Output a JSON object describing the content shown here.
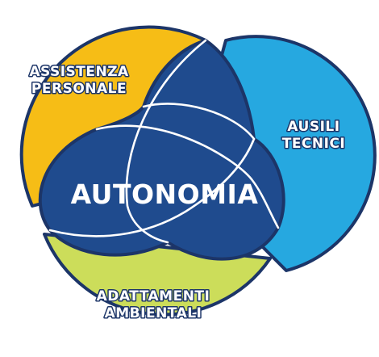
{
  "diagram": {
    "center": {
      "label": "AUTONOMIA"
    },
    "petals": [
      {
        "id": "assistenza",
        "lines": [
          "ASSISTENZA",
          "PERSONALE"
        ],
        "color": "#f6bd16"
      },
      {
        "id": "ausili",
        "lines": [
          "AUSILI",
          "TECNICI"
        ],
        "color": "#26a8e0"
      },
      {
        "id": "adattamenti",
        "lines": [
          "ADATTAMENTI",
          "AMBIENTALI"
        ],
        "color": "#ccdd5a"
      }
    ],
    "colors": {
      "core": "#1f4b8e",
      "outline": "#1c3568",
      "divider": "#ffffff"
    }
  }
}
